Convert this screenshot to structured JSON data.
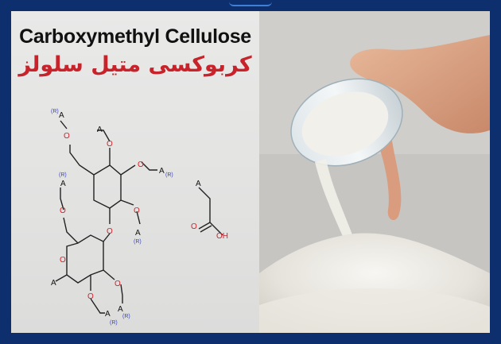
{
  "title_en": "Carboxymethyl Cellulose",
  "title_fa": "کربوکسی متیل سلولز",
  "molecule": {
    "atom_A": "A",
    "atom_O": "O",
    "group_R": "(R)",
    "group_OH": "OH"
  },
  "colors": {
    "frame": "#0d2f6e",
    "title_fa": "#c8232a",
    "oxygen": "#d4202a",
    "r_group": "#3a44b8"
  },
  "image": {
    "subject": "hand pouring white powder from a glass beaker onto a pile"
  }
}
